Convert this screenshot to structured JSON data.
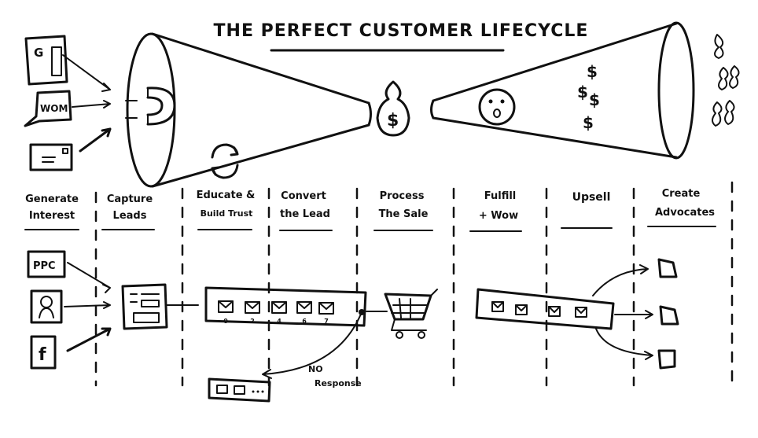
{
  "title": "THE PERFECT CUSTOMER LIFECYCLE",
  "stages": [
    {
      "line1": "Generate",
      "line2": "Interest"
    },
    {
      "line1": "Capture",
      "line2": "Leads"
    },
    {
      "line1": "Educate &",
      "line2": "Build Trust"
    },
    {
      "line1": "Convert",
      "line2": "the Lead"
    },
    {
      "line1": "Process",
      "line2": "The Sale"
    },
    {
      "line1": "Fulfill",
      "line2": "+ Wow"
    },
    {
      "line1": "Upsell",
      "line2": ""
    },
    {
      "line1": "Create",
      "line2": "Advocates"
    }
  ],
  "sources_top": {
    "google": "G",
    "word_of_mouth": "WOM"
  },
  "sources_bottom": {
    "ppc": "PPC",
    "facebook": "f"
  },
  "email_sequence_days": [
    "0",
    "2",
    "4",
    "6",
    "7"
  ],
  "no_response": {
    "line1": "NO",
    "line2": "Response"
  },
  "money_symbol": "$",
  "icons": {
    "capture": "magnet-icon",
    "nurture": "refresh-cycle-icon",
    "sale": "money-bag-icon",
    "wow": "surprised-face-icon",
    "cart": "shopping-cart-icon",
    "advocates": "people-group-icon"
  }
}
